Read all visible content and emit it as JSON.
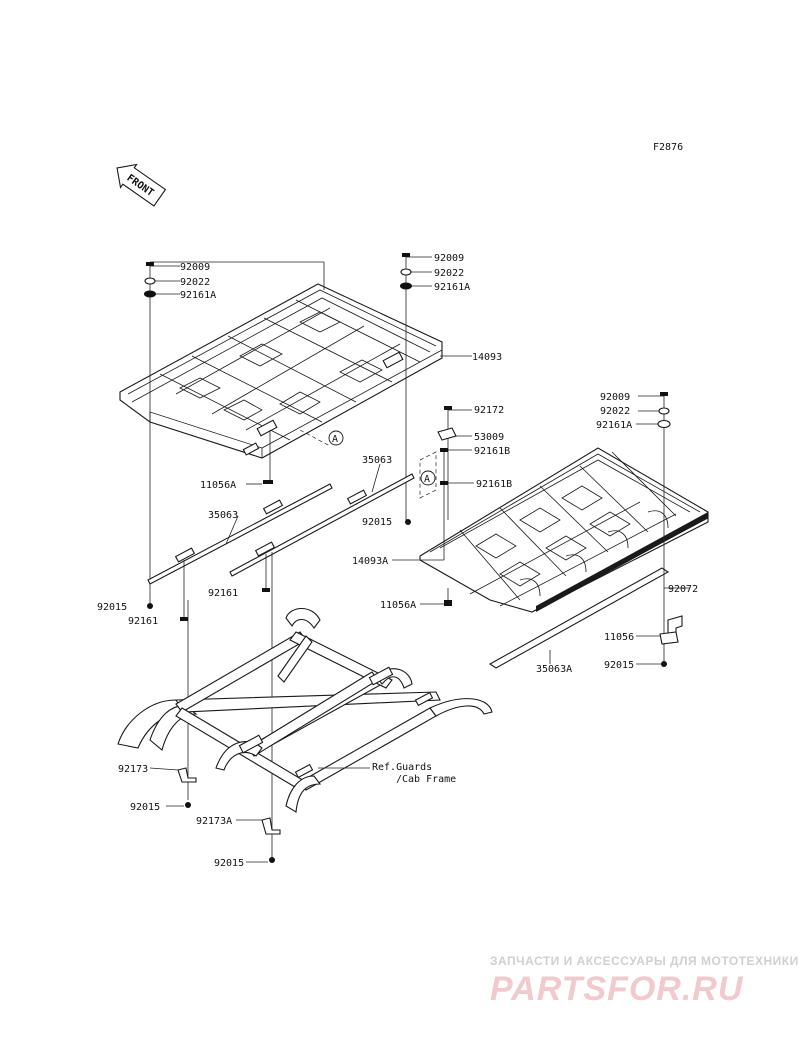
{
  "figure_id": "F2876",
  "front_label": "FRONT",
  "ref_note": [
    "Ref.Guards",
    "/Cab Frame"
  ],
  "callout_letter": "A",
  "labels": {
    "l_92009_a": "92009",
    "l_92022_a": "92022",
    "l_92161A_a": "92161A",
    "l_92009_b": "92009",
    "l_92022_b": "92022",
    "l_92161A_b": "92161A",
    "l_14093": "14093",
    "l_11056A": "11056A",
    "l_35063_a": "35063",
    "l_35063_b": "35063",
    "l_92015_a": "92015",
    "l_92015_b": "92015",
    "l_92161_a": "92161",
    "l_92161_b": "92161",
    "l_92172": "92172",
    "l_53009": "53009",
    "l_92161B_a": "92161B",
    "l_92161B_b": "92161B",
    "l_92009_c": "92009",
    "l_92022_c": "92022",
    "l_92161A_c": "92161A",
    "l_14093A": "14093A",
    "l_11056A_b": "11056A",
    "l_35063A": "35063A",
    "l_92072": "92072",
    "l_11056": "11056",
    "l_92015_c": "92015",
    "l_92173": "92173",
    "l_92015_d": "92015",
    "l_92173A": "92173A",
    "l_92015_e": "92015"
  },
  "watermark": {
    "top": "ЗАПЧАСТИ И АКСЕССУАРЫ ДЛЯ МОТОТЕХНИКИ",
    "brand": "PARTSFOR.RU"
  },
  "colors": {
    "line": "#1a1a1a",
    "background": "#ffffff",
    "watermark_brand": "#f2c9cc",
    "watermark_text": "#d0d0d0"
  }
}
